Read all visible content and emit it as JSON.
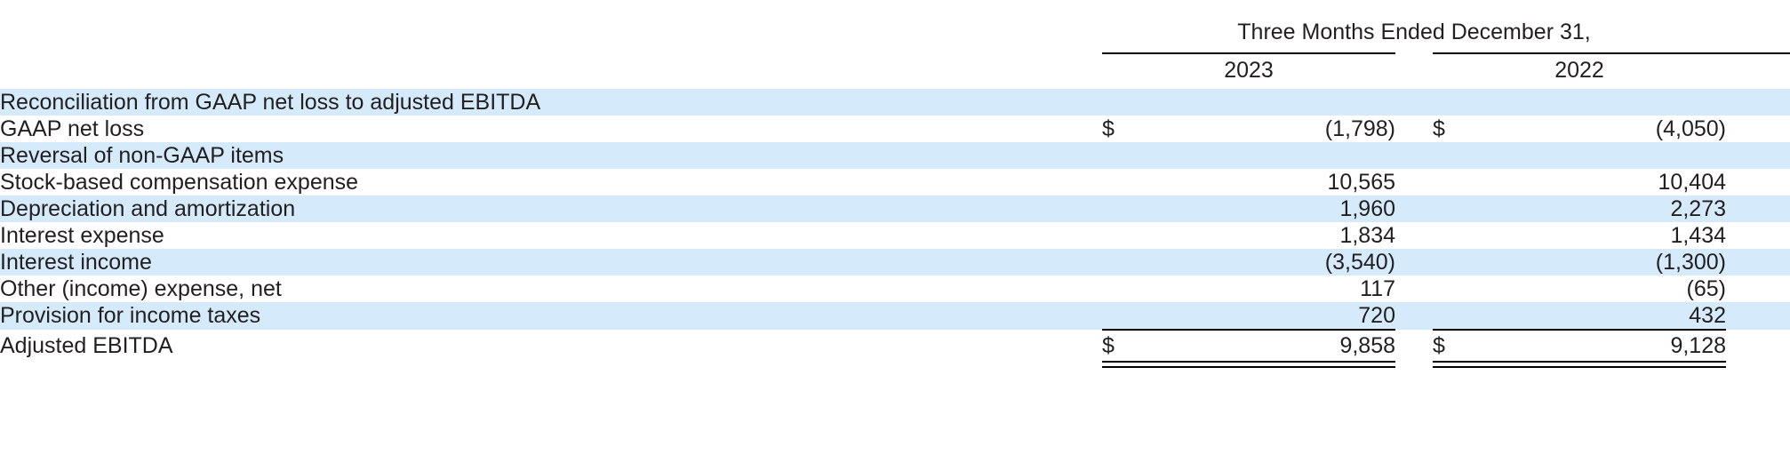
{
  "table": {
    "column_header_group": "Three Months Ended December 31,",
    "year_columns": [
      "2023",
      "2022"
    ],
    "currency_symbol": "$",
    "shade_color": "#d5eafa",
    "rows": [
      {
        "label": "Reconciliation from GAAP net loss to adjusted EBITDA",
        "indent": 0,
        "shaded": true,
        "cur_2023": "",
        "v2023": "",
        "cur_2022": "",
        "v2022": ""
      },
      {
        "label": "GAAP net loss",
        "indent": 1,
        "shaded": false,
        "cur_2023": "$",
        "v2023": "(1,798)",
        "cur_2022": "$",
        "v2022": "(4,050)"
      },
      {
        "label": "Reversal of non-GAAP items",
        "indent": 1,
        "shaded": true,
        "cur_2023": "",
        "v2023": "",
        "cur_2022": "",
        "v2022": ""
      },
      {
        "label": "Stock-based compensation expense",
        "indent": 2,
        "shaded": false,
        "cur_2023": "",
        "v2023": "10,565",
        "cur_2022": "",
        "v2022": "10,404"
      },
      {
        "label": "Depreciation and amortization",
        "indent": 2,
        "shaded": true,
        "cur_2023": "",
        "v2023": "1,960",
        "cur_2022": "",
        "v2022": "2,273"
      },
      {
        "label": "Interest expense",
        "indent": 2,
        "shaded": false,
        "cur_2023": "",
        "v2023": "1,834",
        "cur_2022": "",
        "v2022": "1,434"
      },
      {
        "label": "Interest income",
        "indent": 2,
        "shaded": true,
        "cur_2023": "",
        "v2023": "(3,540)",
        "cur_2022": "",
        "v2022": "(1,300)"
      },
      {
        "label": "Other (income) expense, net",
        "indent": 2,
        "shaded": false,
        "cur_2023": "",
        "v2023": "117",
        "cur_2022": "",
        "v2022": "(65)"
      },
      {
        "label": "Provision for income taxes",
        "indent": 2,
        "shaded": true,
        "cur_2023": "",
        "v2023": "720",
        "cur_2022": "",
        "v2022": "432"
      }
    ],
    "total_row": {
      "label": "Adjusted EBITDA",
      "indent": 3,
      "shaded": false,
      "cur_2023": "$",
      "v2023": "9,858",
      "cur_2022": "$",
      "v2022": "9,128"
    }
  },
  "chart_data": {
    "type": "table",
    "title": "Reconciliation from GAAP net loss to adjusted EBITDA",
    "period": "Three Months Ended December 31,",
    "categories": [
      "GAAP net loss",
      "Stock-based compensation expense",
      "Depreciation and amortization",
      "Interest expense",
      "Interest income",
      "Other (income) expense, net",
      "Provision for income taxes",
      "Adjusted EBITDA"
    ],
    "series": [
      {
        "name": "2023",
        "values": [
          -1798,
          10565,
          1960,
          1834,
          -3540,
          117,
          720,
          9858
        ]
      },
      {
        "name": "2022",
        "values": [
          -4050,
          10404,
          2273,
          1434,
          -1300,
          -65,
          432,
          9128
        ]
      }
    ]
  }
}
